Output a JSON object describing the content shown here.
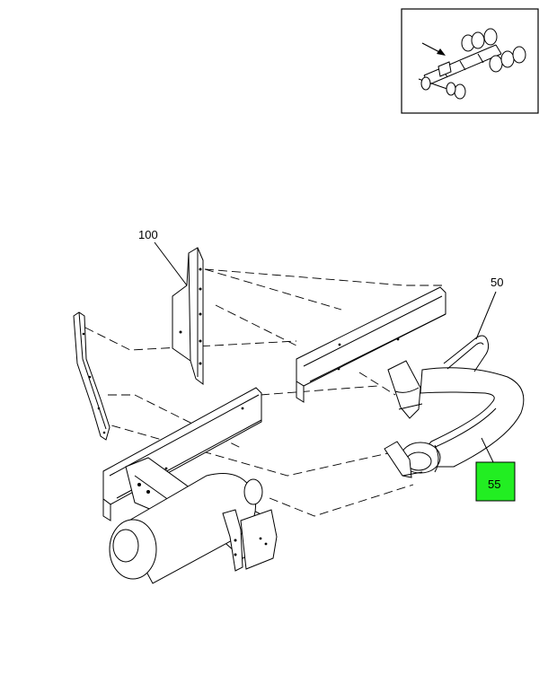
{
  "callouts": {
    "c100": "100",
    "c50": "50",
    "c55": "55"
  },
  "highlight": {
    "label": "55",
    "color": "#22ee22"
  },
  "icons": [
    "truck-chassis-locator-icon",
    "locator-arrow-icon"
  ]
}
